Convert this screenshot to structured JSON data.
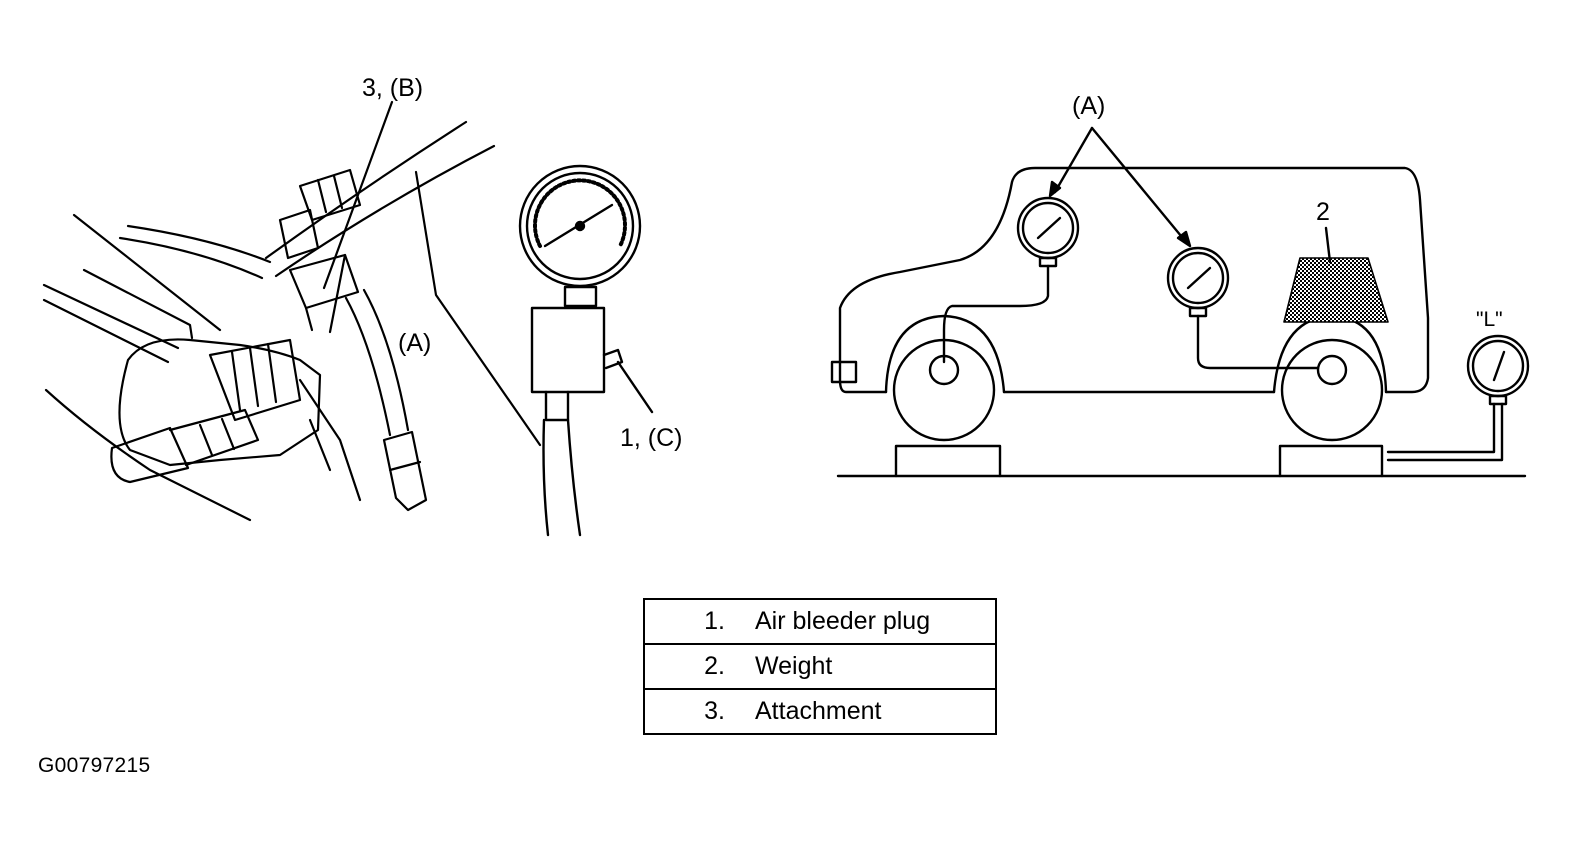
{
  "figure_id": "G00797215",
  "callouts": {
    "left_b": "3, (B)",
    "left_a": "(A)",
    "left_c": "1, (C)",
    "right_a": "(A)",
    "right_weight": "2",
    "right_l": "\"L\""
  },
  "legend": [
    {
      "num": "1.",
      "label": "Air bleeder plug"
    },
    {
      "num": "2.",
      "label": "Weight"
    },
    {
      "num": "3.",
      "label": "Attachment"
    }
  ]
}
